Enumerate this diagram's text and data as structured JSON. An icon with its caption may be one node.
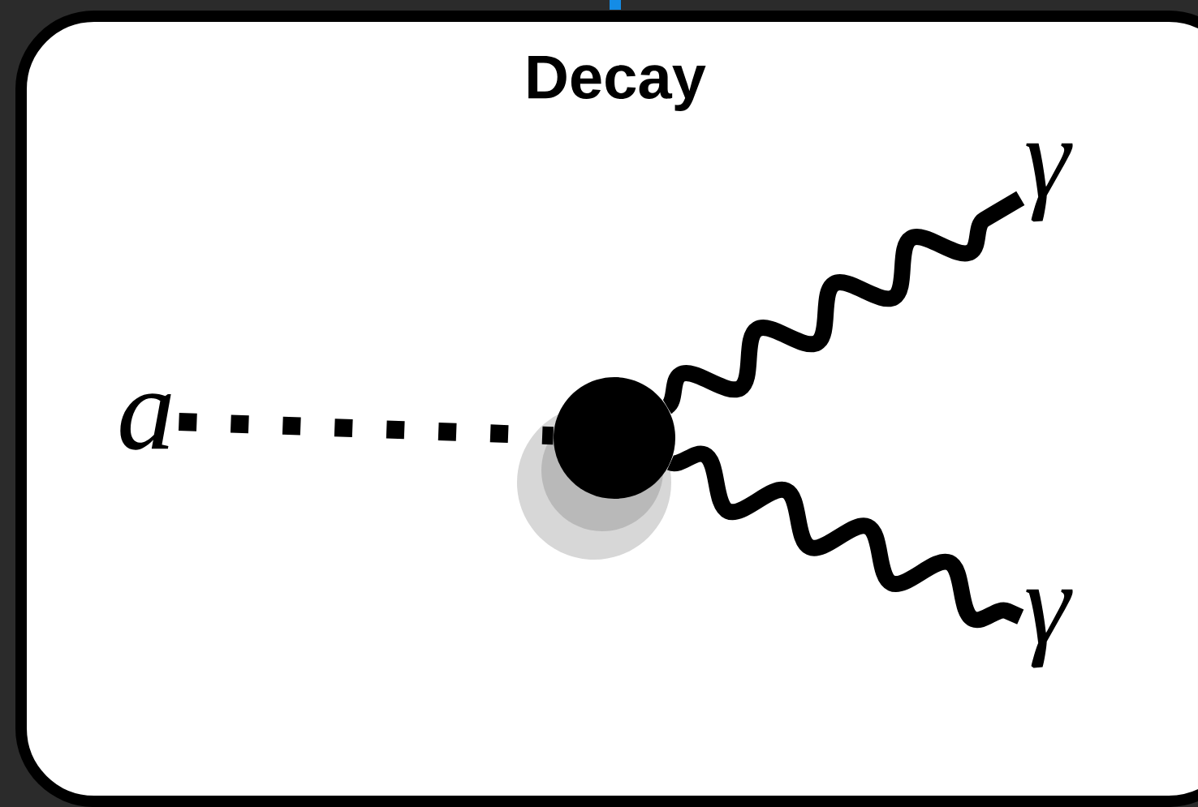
{
  "diagram": {
    "title": "Decay",
    "nodes": [
      {
        "text": [
          "a"
        ]
      },
      {
        "text": [],
        "shape": "circle"
      },
      {
        "text": [
          "γ"
        ]
      },
      {
        "text": [
          "γ"
        ]
      }
    ],
    "edges": [
      {
        "from": 0,
        "to": 1,
        "arrow": "none",
        "style": "dashed"
      },
      {
        "from": 1,
        "to": 2,
        "arrow": "none"
      },
      {
        "from": 1,
        "to": 3,
        "arrow": "none"
      }
    ]
  }
}
